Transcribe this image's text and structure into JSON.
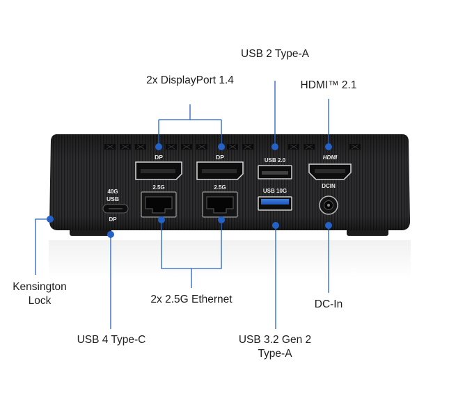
{
  "callouts": {
    "usb2": "USB 2 Type-A",
    "displayport": "2x DisplayPort 1.4",
    "hdmi": "HDMI™ 2.1",
    "kensington_line1": "Kensington",
    "kensington_line2": "Lock",
    "ethernet": "2x 2.5G Ethernet",
    "dcin": "DC-In",
    "usb4": "USB 4 Type-C",
    "usb32_line1": "USB 3.2 Gen 2",
    "usb32_line2": "Type-A"
  },
  "port_labels": {
    "dp1": "DP",
    "dp2": "DP",
    "usb2": "USB 2.0",
    "hdmi": "HDMI",
    "eth1": "2.5G",
    "eth2": "2.5G",
    "usb10g": "USB 10G",
    "dcin": "DCIN",
    "usb4_top1": "40G",
    "usb4_top2": "USB",
    "usb4_dp": "DP"
  },
  "colors": {
    "accent": "#2462c8",
    "chassis": "#2c2c2e",
    "text": "#1d1d1d"
  }
}
